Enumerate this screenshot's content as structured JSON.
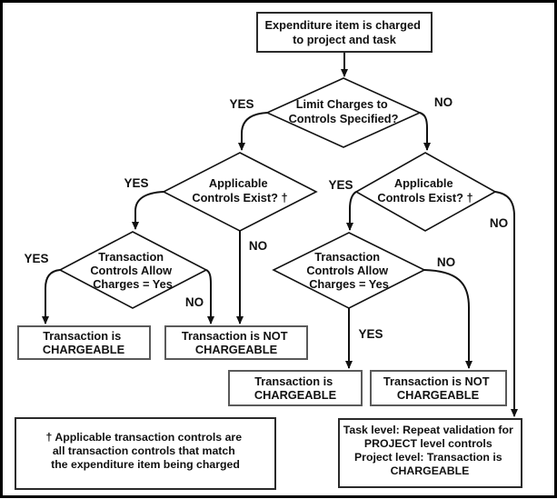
{
  "diagram": {
    "nodes": {
      "expenditure_charged": {
        "type": "process",
        "lines": [
          "Expenditure item is charged",
          "to project and task"
        ]
      },
      "limit_charges": {
        "type": "decision",
        "lines": [
          "Limit Charges to",
          "Controls Specified?"
        ]
      },
      "applicable_controls_left": {
        "type": "decision",
        "lines": [
          "Applicable",
          "Controls Exist? †"
        ]
      },
      "applicable_controls_right": {
        "type": "decision",
        "lines": [
          "Applicable",
          "Controls Exist? †"
        ]
      },
      "controls_allow_left": {
        "type": "decision",
        "lines": [
          "Transaction",
          "Controls Allow",
          "Charges = Yes"
        ]
      },
      "controls_allow_right": {
        "type": "decision",
        "lines": [
          "Transaction",
          "Controls Allow",
          "Charges = Yes"
        ]
      },
      "chargeable_left": {
        "type": "result",
        "lines": [
          "Transaction is",
          "CHARGEABLE"
        ]
      },
      "not_chargeable_left": {
        "type": "result",
        "lines": [
          "Transaction is NOT",
          "CHARGEABLE"
        ]
      },
      "chargeable_right": {
        "type": "result",
        "lines": [
          "Transaction is",
          "CHARGEABLE"
        ]
      },
      "not_chargeable_right": {
        "type": "result",
        "lines": [
          "Transaction is NOT",
          "CHARGEABLE"
        ]
      },
      "task_level_result": {
        "type": "result",
        "lines": [
          "Task level: Repeat validation for",
          "PROJECT level controls",
          "Project level: Transaction is",
          "CHARGEABLE"
        ]
      },
      "footnote": {
        "type": "note",
        "lines": [
          "†  Applicable transaction controls are",
          "all transaction controls that match",
          "the expenditure item being charged"
        ]
      }
    },
    "branches": {
      "limit_charges_yes": "YES",
      "limit_charges_no": "NO",
      "applicable_left_yes": "YES",
      "applicable_left_no": "NO",
      "applicable_right_yes": "YES",
      "applicable_right_no": "NO",
      "allow_left_yes": "YES",
      "allow_left_no": "NO",
      "allow_right_yes": "YES",
      "allow_right_no": "NO"
    },
    "colors": {
      "line": "#111111",
      "result_box_border": "#5a5a5a",
      "note_box_border": "#2a2a2a",
      "background": "#ffffff",
      "text": "#111111"
    }
  }
}
